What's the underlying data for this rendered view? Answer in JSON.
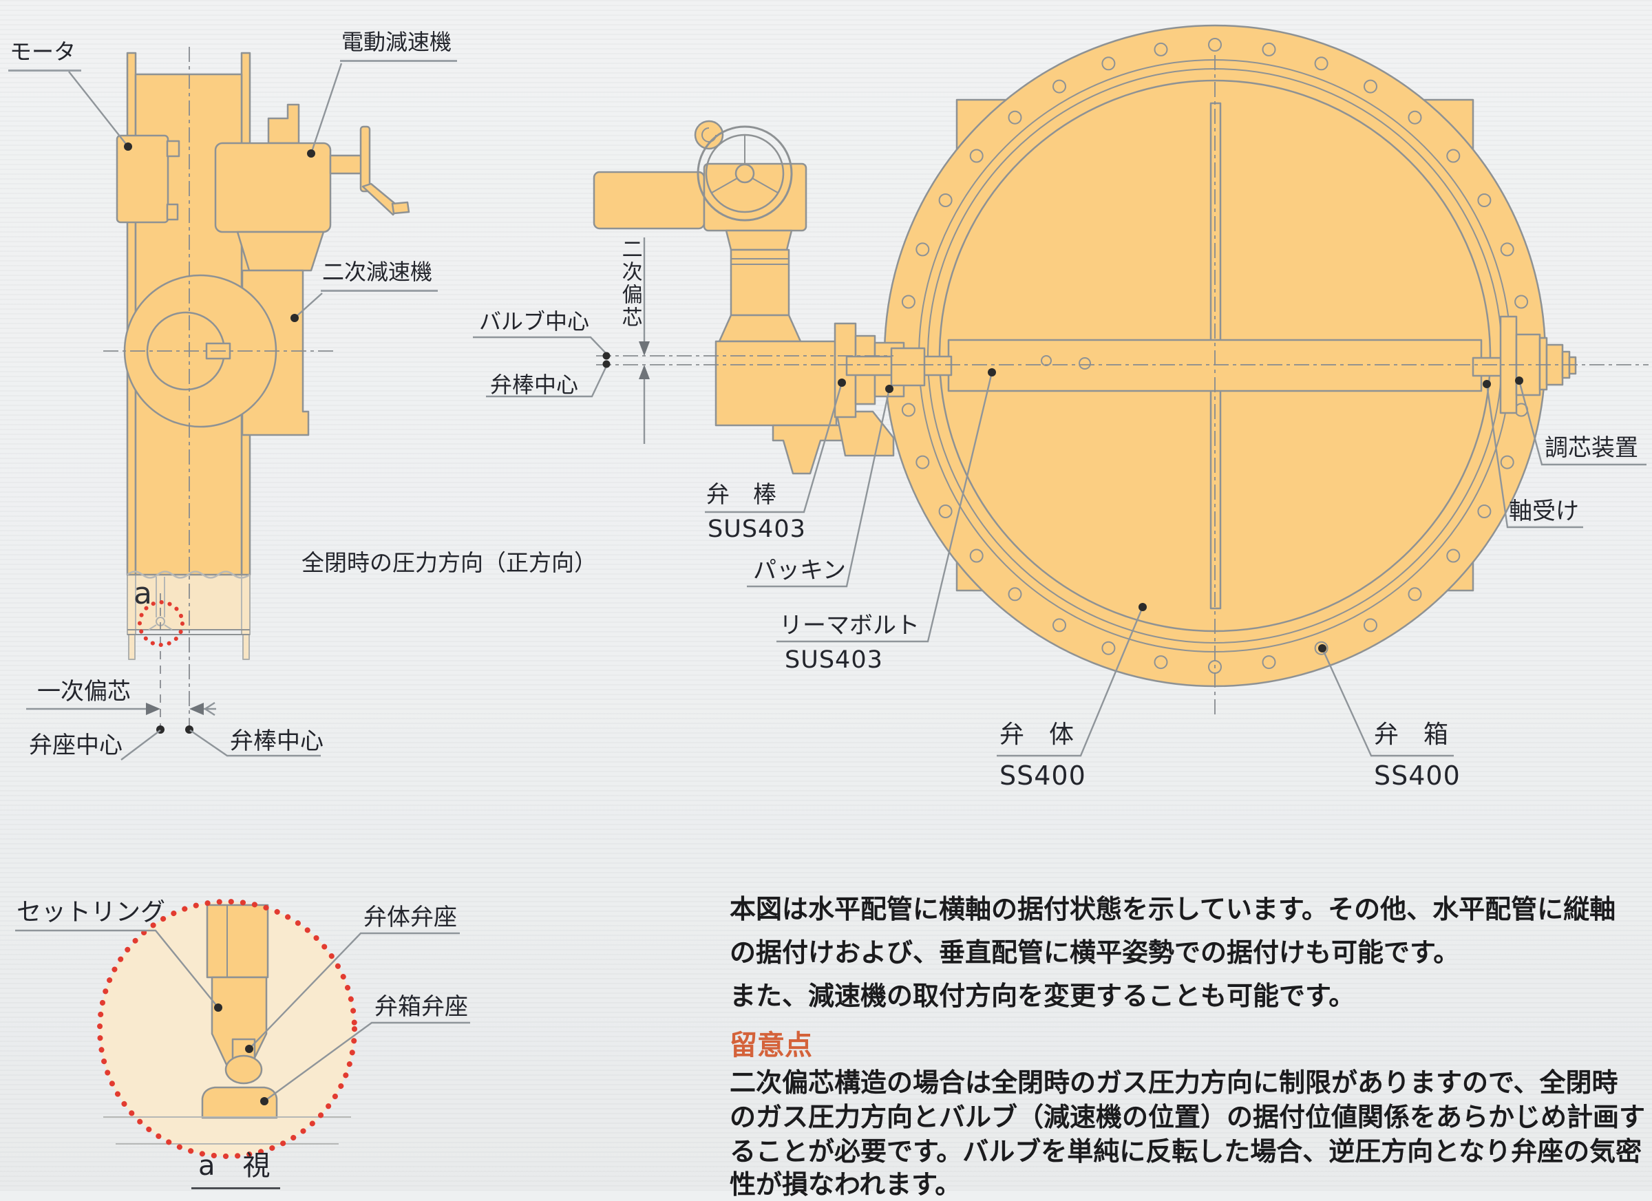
{
  "side_view": {
    "labels": {
      "motor": "モータ",
      "electric_reducer": "電動減速機",
      "secondary_reducer": "二次減速機",
      "pressure_direction": "全閉時の圧力方向（正方向）",
      "detail_marker": "a",
      "primary_eccentricity": "一次偏芯",
      "seat_center": "弁座中心",
      "stem_center": "弁棒中心"
    }
  },
  "front_view": {
    "labels": {
      "valve_center": "バルブ中心",
      "stem_center": "弁棒中心",
      "secondary_eccentricity": "二次偏芯",
      "stem": "弁　棒",
      "stem_material": "SUS403",
      "packing": "パッキン",
      "reamer_bolt": "リーマボルト",
      "reamer_bolt_material": "SUS403",
      "disc": "弁　体",
      "disc_material": "SS400",
      "body": "弁　箱",
      "body_material": "SS400",
      "centering_device": "調芯装置",
      "bearing": "軸受け"
    }
  },
  "detail_view": {
    "labels": {
      "set_ring": "セットリング",
      "disc_seat": "弁体弁座",
      "body_seat": "弁箱弁座",
      "caption": "a　視"
    }
  },
  "notes": {
    "intro_lines": [
      "本図は水平配管に横軸の据付状態を示しています。その他、水平配管に縦軸",
      "の据付けおよび、垂直配管に横平姿勢での据付けも可能です。",
      "また、減速機の取付方向を変更することも可能です。"
    ],
    "caution_heading": "留意点",
    "caution_lines": [
      "二次偏芯構造の場合は全閉時のガス圧力方向に制限がありますので、全閉時",
      "のガス圧力方向とバルブ（減速機の位置）の据付位値関係をあらかじめ計画す",
      "ることが必要です。バルブを単純に反転した場合、逆圧方向となり弁座の気密",
      "性が損なわれます。"
    ]
  },
  "colors": {
    "valve_fill": "#FBCE82",
    "valve_fill_light": "#F8E5C4",
    "outline": "#8E9294",
    "caution_accent": "#D4623A",
    "detail_circle_red": "#E23B30"
  }
}
